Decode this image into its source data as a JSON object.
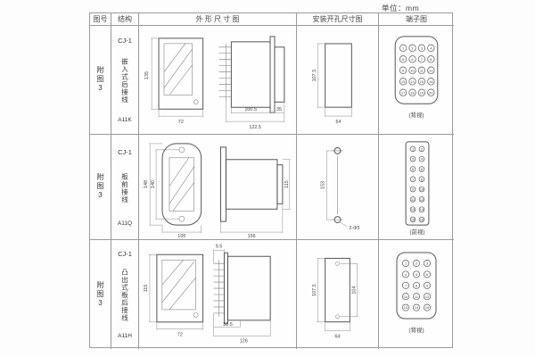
{
  "page": {
    "unit": "单位：mm"
  },
  "headers": {
    "fig": "图号",
    "structure": "结构",
    "outline": "外 形 尺 寸 图",
    "mounting": "安装开孔尺寸图",
    "terminal": "端子图"
  },
  "rows": [
    {
      "fig": "附图3",
      "model": "CJ-1",
      "desc": "嵌入式后接线",
      "code": "A11K",
      "dims": {
        "front_h": "135",
        "front_w": "72",
        "body_d": "100.5",
        "total_d": "122.5",
        "flange": "35"
      },
      "mount": {
        "h": "107.5",
        "w": "64"
      },
      "terminal": {
        "view": "(背视)",
        "numbers": [
          1,
          2,
          3,
          4,
          5,
          6,
          7,
          8,
          9,
          10,
          11,
          12,
          13,
          14,
          15,
          16,
          17,
          18,
          19,
          20
        ]
      }
    },
    {
      "fig": "附图3",
      "model": "CJ-1",
      "desc": "板前接线",
      "code": "A11Q",
      "dims": {
        "plate_h": "148",
        "screw_span": "140",
        "plate_w": "105",
        "body_l": "156",
        "body_h": "115"
      },
      "mount": {
        "span": "153",
        "holes": "2-Φ5"
      },
      "terminal": {
        "view": "(前视)",
        "numbers": [
          1,
          2,
          3,
          4,
          5,
          6,
          7,
          8,
          9,
          10,
          11,
          12,
          13,
          14,
          15,
          16
        ]
      }
    },
    {
      "fig": "附图3",
      "model": "CJ-1",
      "desc": "凸出式板后接线",
      "code": "A11H",
      "dims": {
        "front_h": "115",
        "front_w": "72",
        "pin_len": "9.5",
        "stub": "31.5",
        "total_d": "126"
      },
      "mount": {
        "h": "107.5",
        "inner": "104",
        "w": "64"
      },
      "terminal": {
        "view": "(背视)",
        "numbers": [
          1,
          2,
          3,
          4,
          5,
          6,
          7,
          8,
          9,
          10,
          11,
          12,
          13,
          14,
          15
        ]
      }
    }
  ]
}
